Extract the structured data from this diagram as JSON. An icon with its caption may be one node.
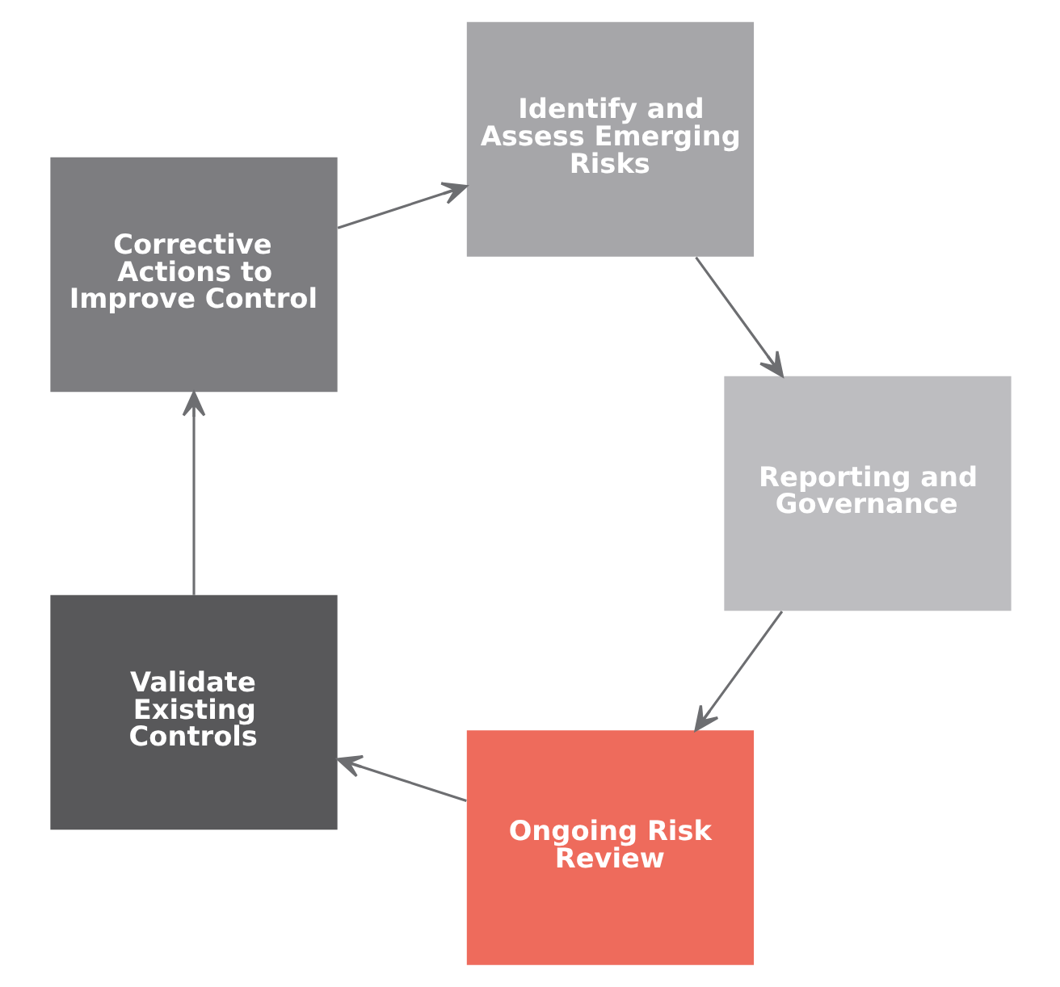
{
  "diagram": {
    "nodes": [
      {
        "text": [
          "Ongoing Risk Review"
        ]
      },
      {
        "text": [
          "Validate Existing Controls"
        ]
      },
      {
        "text": [
          "Corrective Actions to Improve Control"
        ]
      },
      {
        "text": [
          "Identify and Assess Emerging Risks"
        ]
      },
      {
        "text": [
          "Reporting and Governance"
        ]
      }
    ],
    "edges": [
      {
        "from": 0,
        "to": 1,
        "arrow": "to"
      },
      {
        "from": 1,
        "to": 2,
        "arrow": "to"
      },
      {
        "from": 2,
        "to": 3,
        "arrow": "to"
      },
      {
        "from": 3,
        "to": 4,
        "arrow": "to"
      },
      {
        "from": 4,
        "to": 0,
        "arrow": "to"
      }
    ]
  }
}
